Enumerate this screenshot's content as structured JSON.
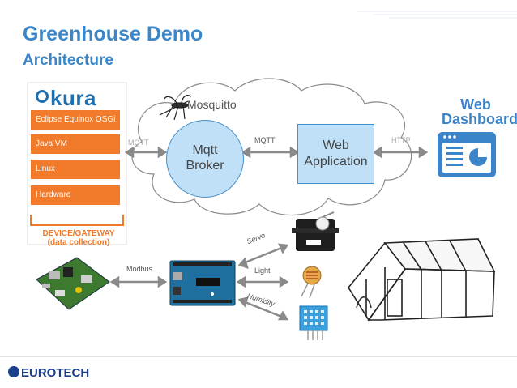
{
  "title": "Greenhouse Demo",
  "subtitle": "Architecture",
  "kura": {
    "logo": "kura",
    "stack": [
      "Eclipse Equinox OSGi",
      "Java VM",
      "Linux",
      "Hardware"
    ],
    "gateway_label_1": "DEVICE/GATEWAY",
    "gateway_label_2": "(data collection)"
  },
  "cloud": {
    "mosquitto": "Mosquitto",
    "broker_line1": "Mqtt",
    "broker_line2": "Broker",
    "webapp_line1": "Web",
    "webapp_line2": "Application"
  },
  "protocols": {
    "mqtt_left": "MQTT",
    "mqtt_middle": "MQTT",
    "http": "HTTP",
    "modbus": "Modbus",
    "servo": "Servo",
    "light": "Light",
    "humidity": "Humidity"
  },
  "dashboard": {
    "line1": "Web",
    "line2": "Dashboards"
  },
  "footer": {
    "logo": "EUROTECH"
  },
  "colors": {
    "title": "#3a86c8",
    "kura_orange": "#f27a2b",
    "cloud_fill": "#ffffff",
    "box_fill": "#bfe0f6",
    "accent_blue": "#3c84c9",
    "footer_blue": "#1b3f8b"
  }
}
